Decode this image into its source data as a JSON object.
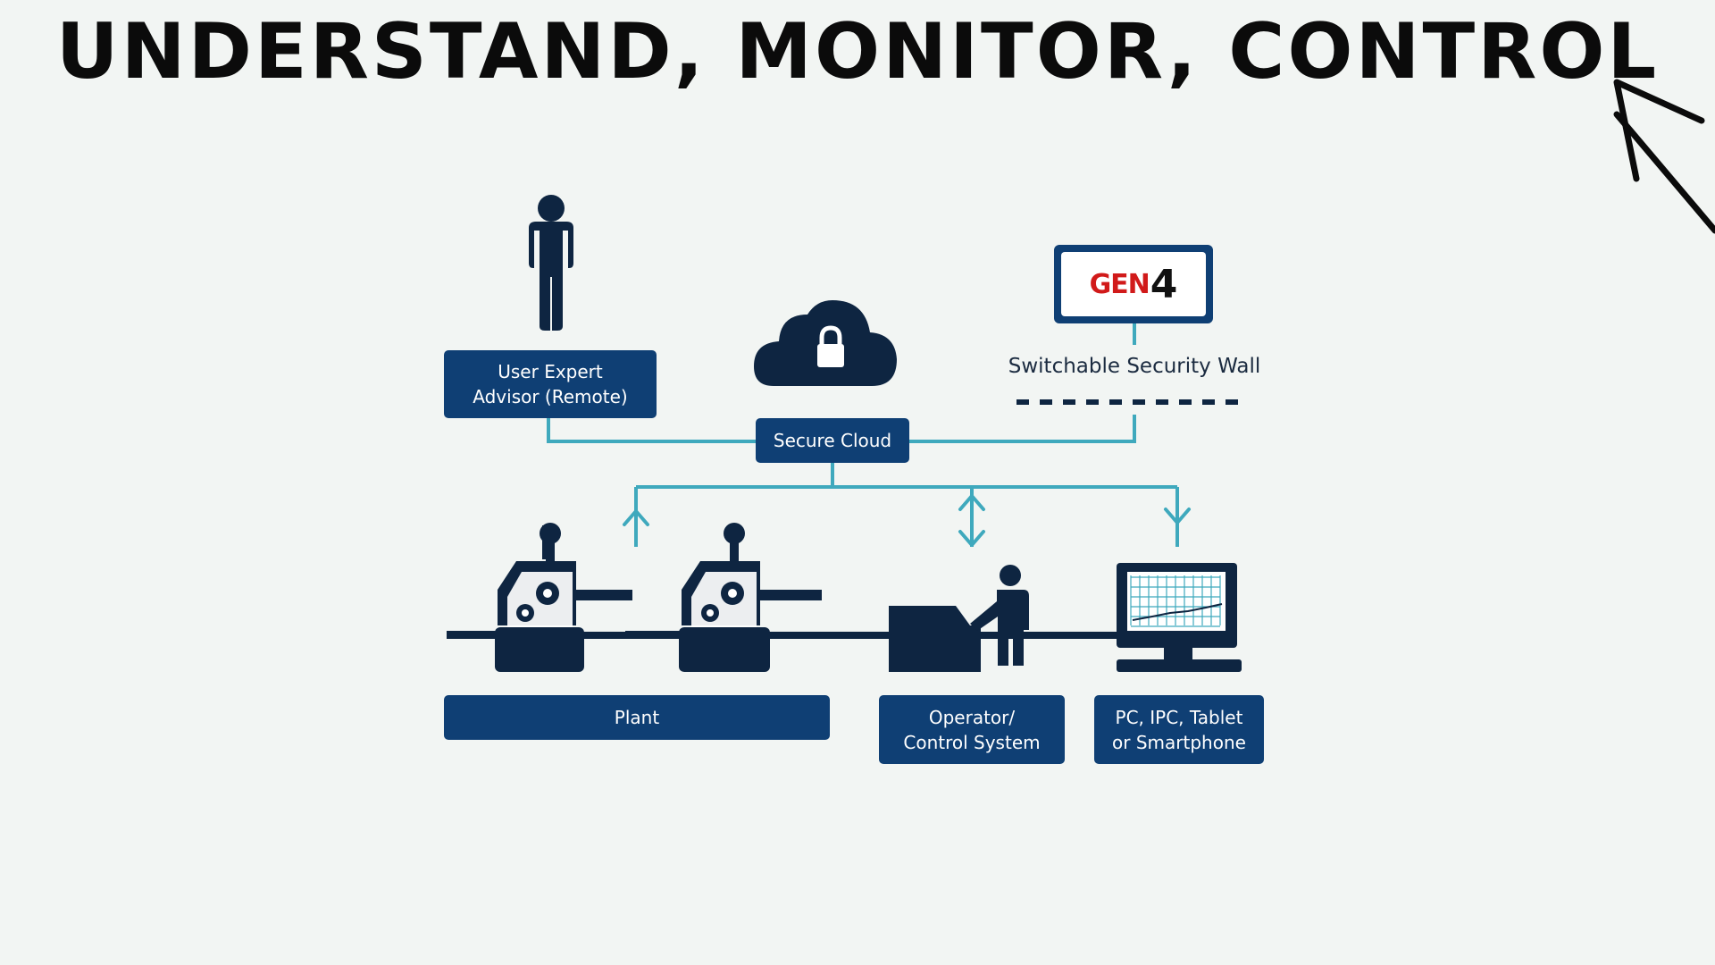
{
  "headline": "UNDERSTAND, MONITOR, CONTROL",
  "diagram": {
    "nodes": {
      "user_expert": "User Expert\nAdvisor (Remote)",
      "secure_cloud": "Secure Cloud",
      "plant": "Plant",
      "operator": "Operator/\nControl System",
      "device": "PC, IPC, Tablet\nor Smartphone"
    },
    "security_wall": "Switchable Security Wall",
    "logo": {
      "gen": "GEN",
      "num": "4"
    }
  },
  "colors": {
    "background": "#f2f5f3",
    "navy": "#0f3f74",
    "dark_navy": "#0e2541",
    "teal": "#3fa9bd",
    "logo_red": "#d11a1a",
    "logo_black": "#111111",
    "text_dark": "#1b2b40"
  },
  "icons": [
    "person-icon",
    "cloud-lock-icon",
    "machine-icon",
    "gear-icon",
    "operator-icon",
    "computer-monitor-icon",
    "arrow-icon"
  ]
}
